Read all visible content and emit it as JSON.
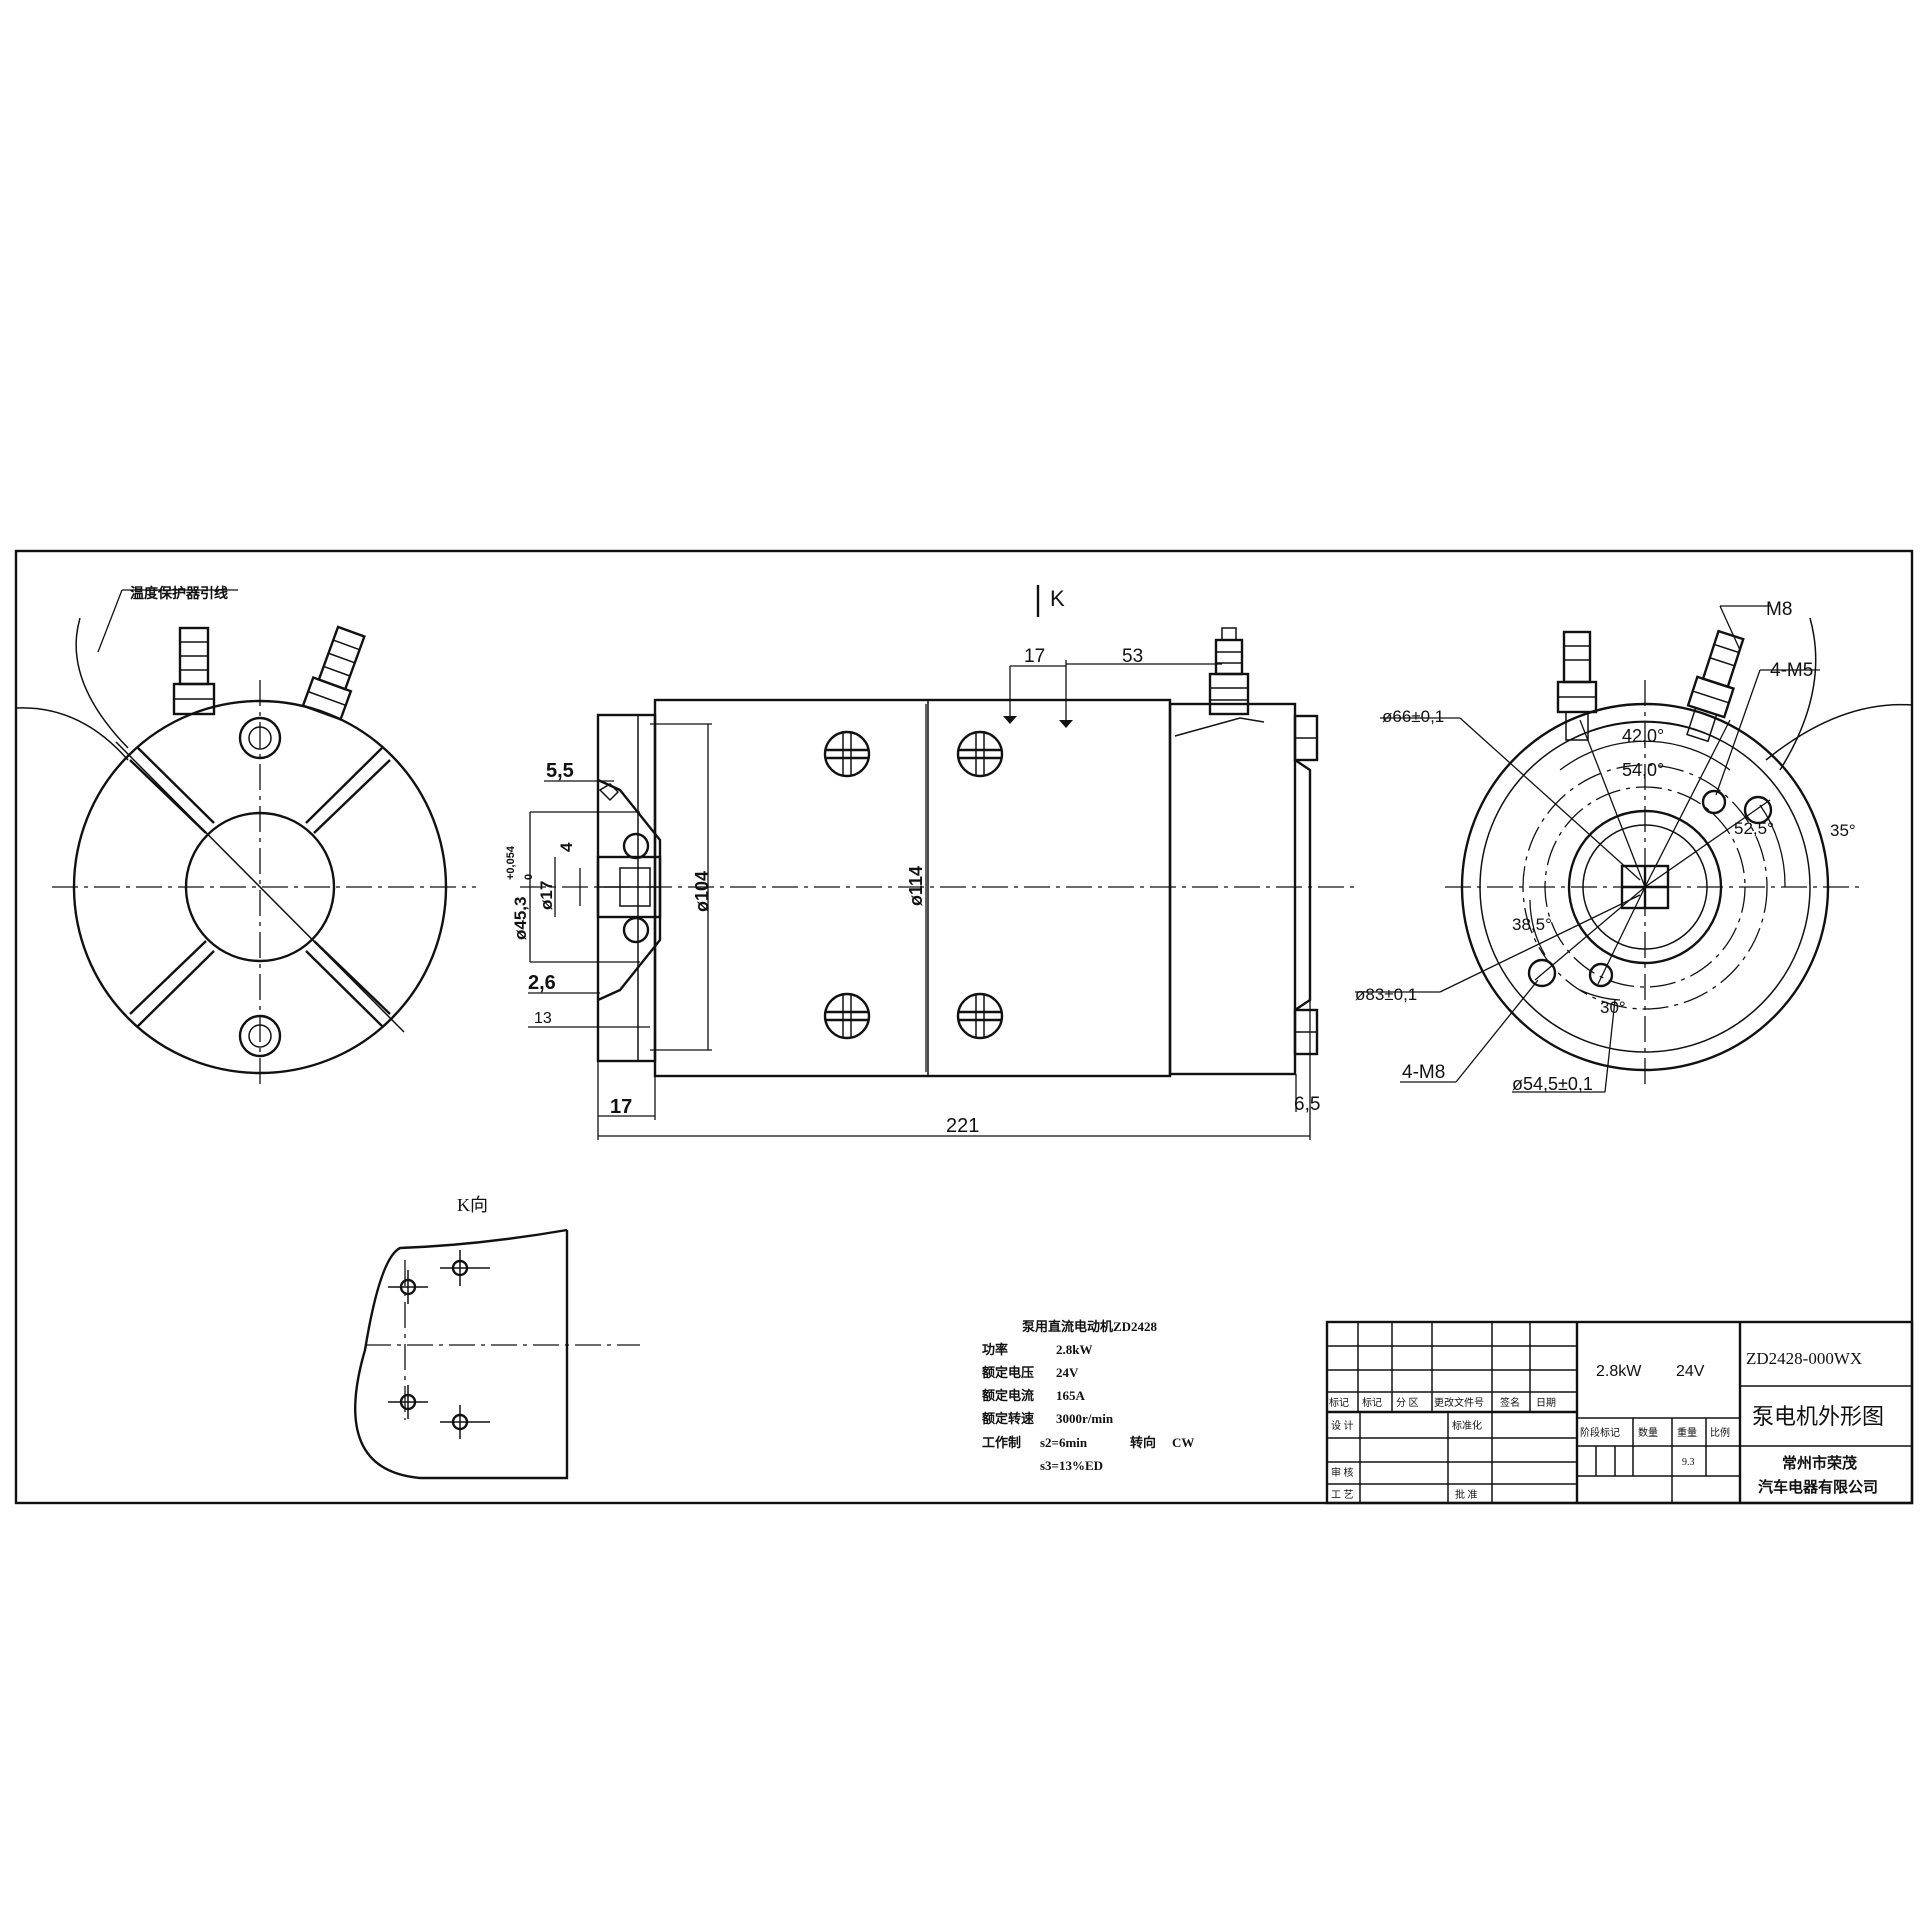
{
  "front_view": {
    "lead_label": "温度保护器引线"
  },
  "side_view": {
    "view_mark": "K",
    "dims": {
      "d17_top": "17",
      "d53": "53",
      "d5_5": "5,5",
      "d4": "4",
      "d45_tol": "+0,054",
      "d45_tol0": "0",
      "d45": "ø45,3",
      "d17_shaft": "ø17",
      "d104": "ø104",
      "d114": "ø114",
      "d2_6": "2,6",
      "d13": "13",
      "d17_bottom": "17",
      "d221": "221",
      "d6_5": "6,5"
    }
  },
  "end_view": {
    "dims": {
      "m8_top": "M8",
      "m5": "4-M5",
      "d66": "ø66±0,1",
      "a42": "42,0°",
      "a54": "54,0°",
      "a52": "52,5°",
      "a35": "35°",
      "a38": "38,5°",
      "d83": "ø83±0,1",
      "a30": "30°",
      "m8_bottom": "4-M8",
      "d54": "ø54,5±0,1"
    }
  },
  "k_view": {
    "label": "K向"
  },
  "specs": {
    "title": "泵用直流电动机ZD2428",
    "rows": [
      {
        "label": "功率",
        "value": "2.8kW"
      },
      {
        "label": "额定电压",
        "value": "24V"
      },
      {
        "label": "额定电流",
        "value": "165A"
      },
      {
        "label": "额定转速",
        "value": "3000r/min"
      }
    ],
    "duty_label": "工作制",
    "duty_value": "s2=6min",
    "rotation_label": "转向",
    "rotation_value": "CW",
    "duty_value2": "s3=13%ED"
  },
  "title_block": {
    "power": "2.8kW",
    "voltage": "24V",
    "drawing_no": "ZD2428-000WX",
    "drawing_name": "泵电机外形图",
    "company_line1": "常州市荣茂",
    "company_line2": "汽车电器有限公司",
    "headers": [
      "标记",
      "标记",
      "分 区",
      "更改文件号",
      "签名",
      "日期"
    ],
    "design": "设 计",
    "standard": "标准化",
    "stage": "阶段标记",
    "weight_label": "数量",
    "mass_label": "重量",
    "scale_label": "比例",
    "scale_value": "9.3",
    "review": "审 核",
    "process": "工 艺",
    "approve": "批 准"
  }
}
